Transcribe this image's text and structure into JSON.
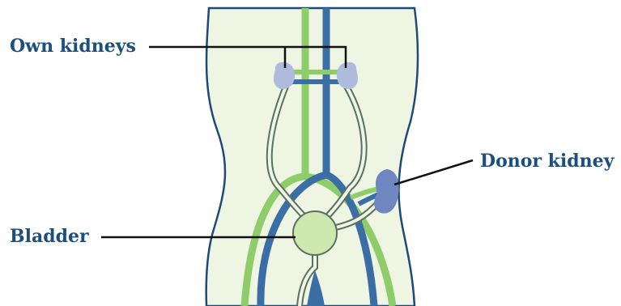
{
  "labels": {
    "own_kidneys": "Own kidneys",
    "donor_kidney": "Donor kidney",
    "bladder": "Bladder"
  },
  "colors": {
    "text": "#1c4f7e",
    "body_fill": "#eef5e3",
    "body_outline": "#1e4a78",
    "artery": "#8fcc6a",
    "vein": "#3a6ea5",
    "own_kidney": "#aebbdc",
    "donor_kidney": "#6f86c1",
    "ureter_fill": "#eef5e3",
    "ureter_outline": "#5a6f62",
    "bladder_fill": "#cfe8b0",
    "leader_line": "#111111"
  },
  "icons": {
    "own_kidney_left": "kidney-icon",
    "own_kidney_right": "kidney-icon",
    "donor_kidney": "kidney-icon",
    "bladder": "bladder-icon"
  }
}
